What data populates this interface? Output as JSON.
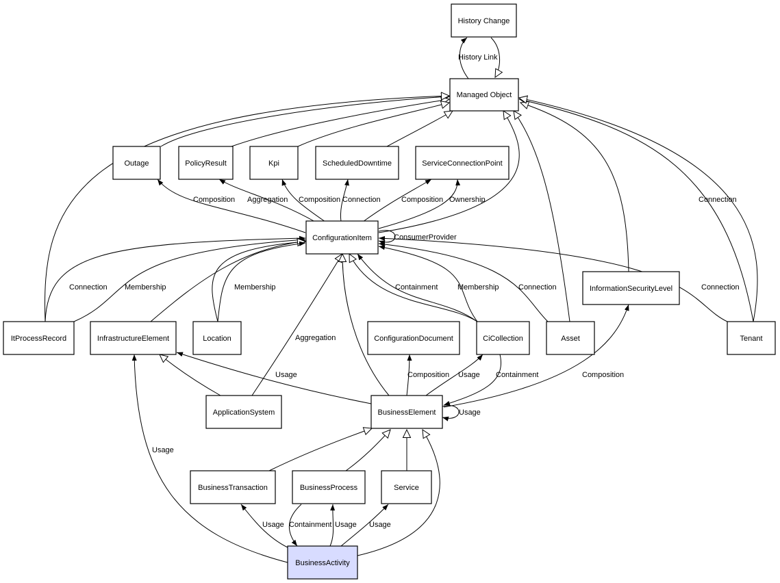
{
  "nodes": {
    "history_change": "History Change",
    "managed_object": "Managed Object",
    "outage": "Outage",
    "policy_result": "PolicyResult",
    "kpi": "Kpi",
    "scheduled_downtime": "ScheduledDowntime",
    "service_connection_point": "ServiceConnectionPoint",
    "configuration_item": "ConfigurationItem",
    "information_security_level": "InformationSecurityLevel",
    "it_process_record": "ItProcessRecord",
    "infrastructure_element": "InfrastructureElement",
    "location": "Location",
    "configuration_document": "ConfigurationDocument",
    "ci_collection": "CiCollection",
    "asset": "Asset",
    "tenant": "Tenant",
    "application_system": "ApplicationSystem",
    "business_element": "BusinessElement",
    "business_transaction": "BusinessTransaction",
    "business_process": "BusinessProcess",
    "service": "Service",
    "business_activity": "BusinessActivity"
  },
  "edge_labels": {
    "history_link": "History Link",
    "outage_composition": "Composition",
    "policy_aggregation": "Aggregation",
    "kpi_composition": "Composition",
    "downtime_connection": "Connection",
    "scp_composition": "Composition",
    "scp_ownership": "Ownership",
    "tenant_mo_connection": "Connection",
    "ci_consumer_provider": "ConsumerProvider",
    "itp_connection": "Connection",
    "itp_membership": "Membership",
    "location_membership": "Membership",
    "cicoll_containment": "Containment",
    "cicoll_membership": "Membership",
    "asset_connection": "Connection",
    "tenant_ci_connection": "Connection",
    "app_aggregation": "Aggregation",
    "be_infra_usage": "Usage",
    "be_doc_composition": "Composition",
    "be_cicoll_usage": "Usage",
    "cicoll_be_containment": "Containment",
    "be_isl_composition": "Composition",
    "be_self_usage": "Usage",
    "ba_infra_usage": "Usage",
    "ba_bt_usage": "Usage",
    "ba_bp_containment": "Containment",
    "ba_bp_usage": "Usage",
    "ba_service_usage": "Usage"
  },
  "colors": {
    "highlight_node": "#d8dcff",
    "stroke": "#000000"
  }
}
